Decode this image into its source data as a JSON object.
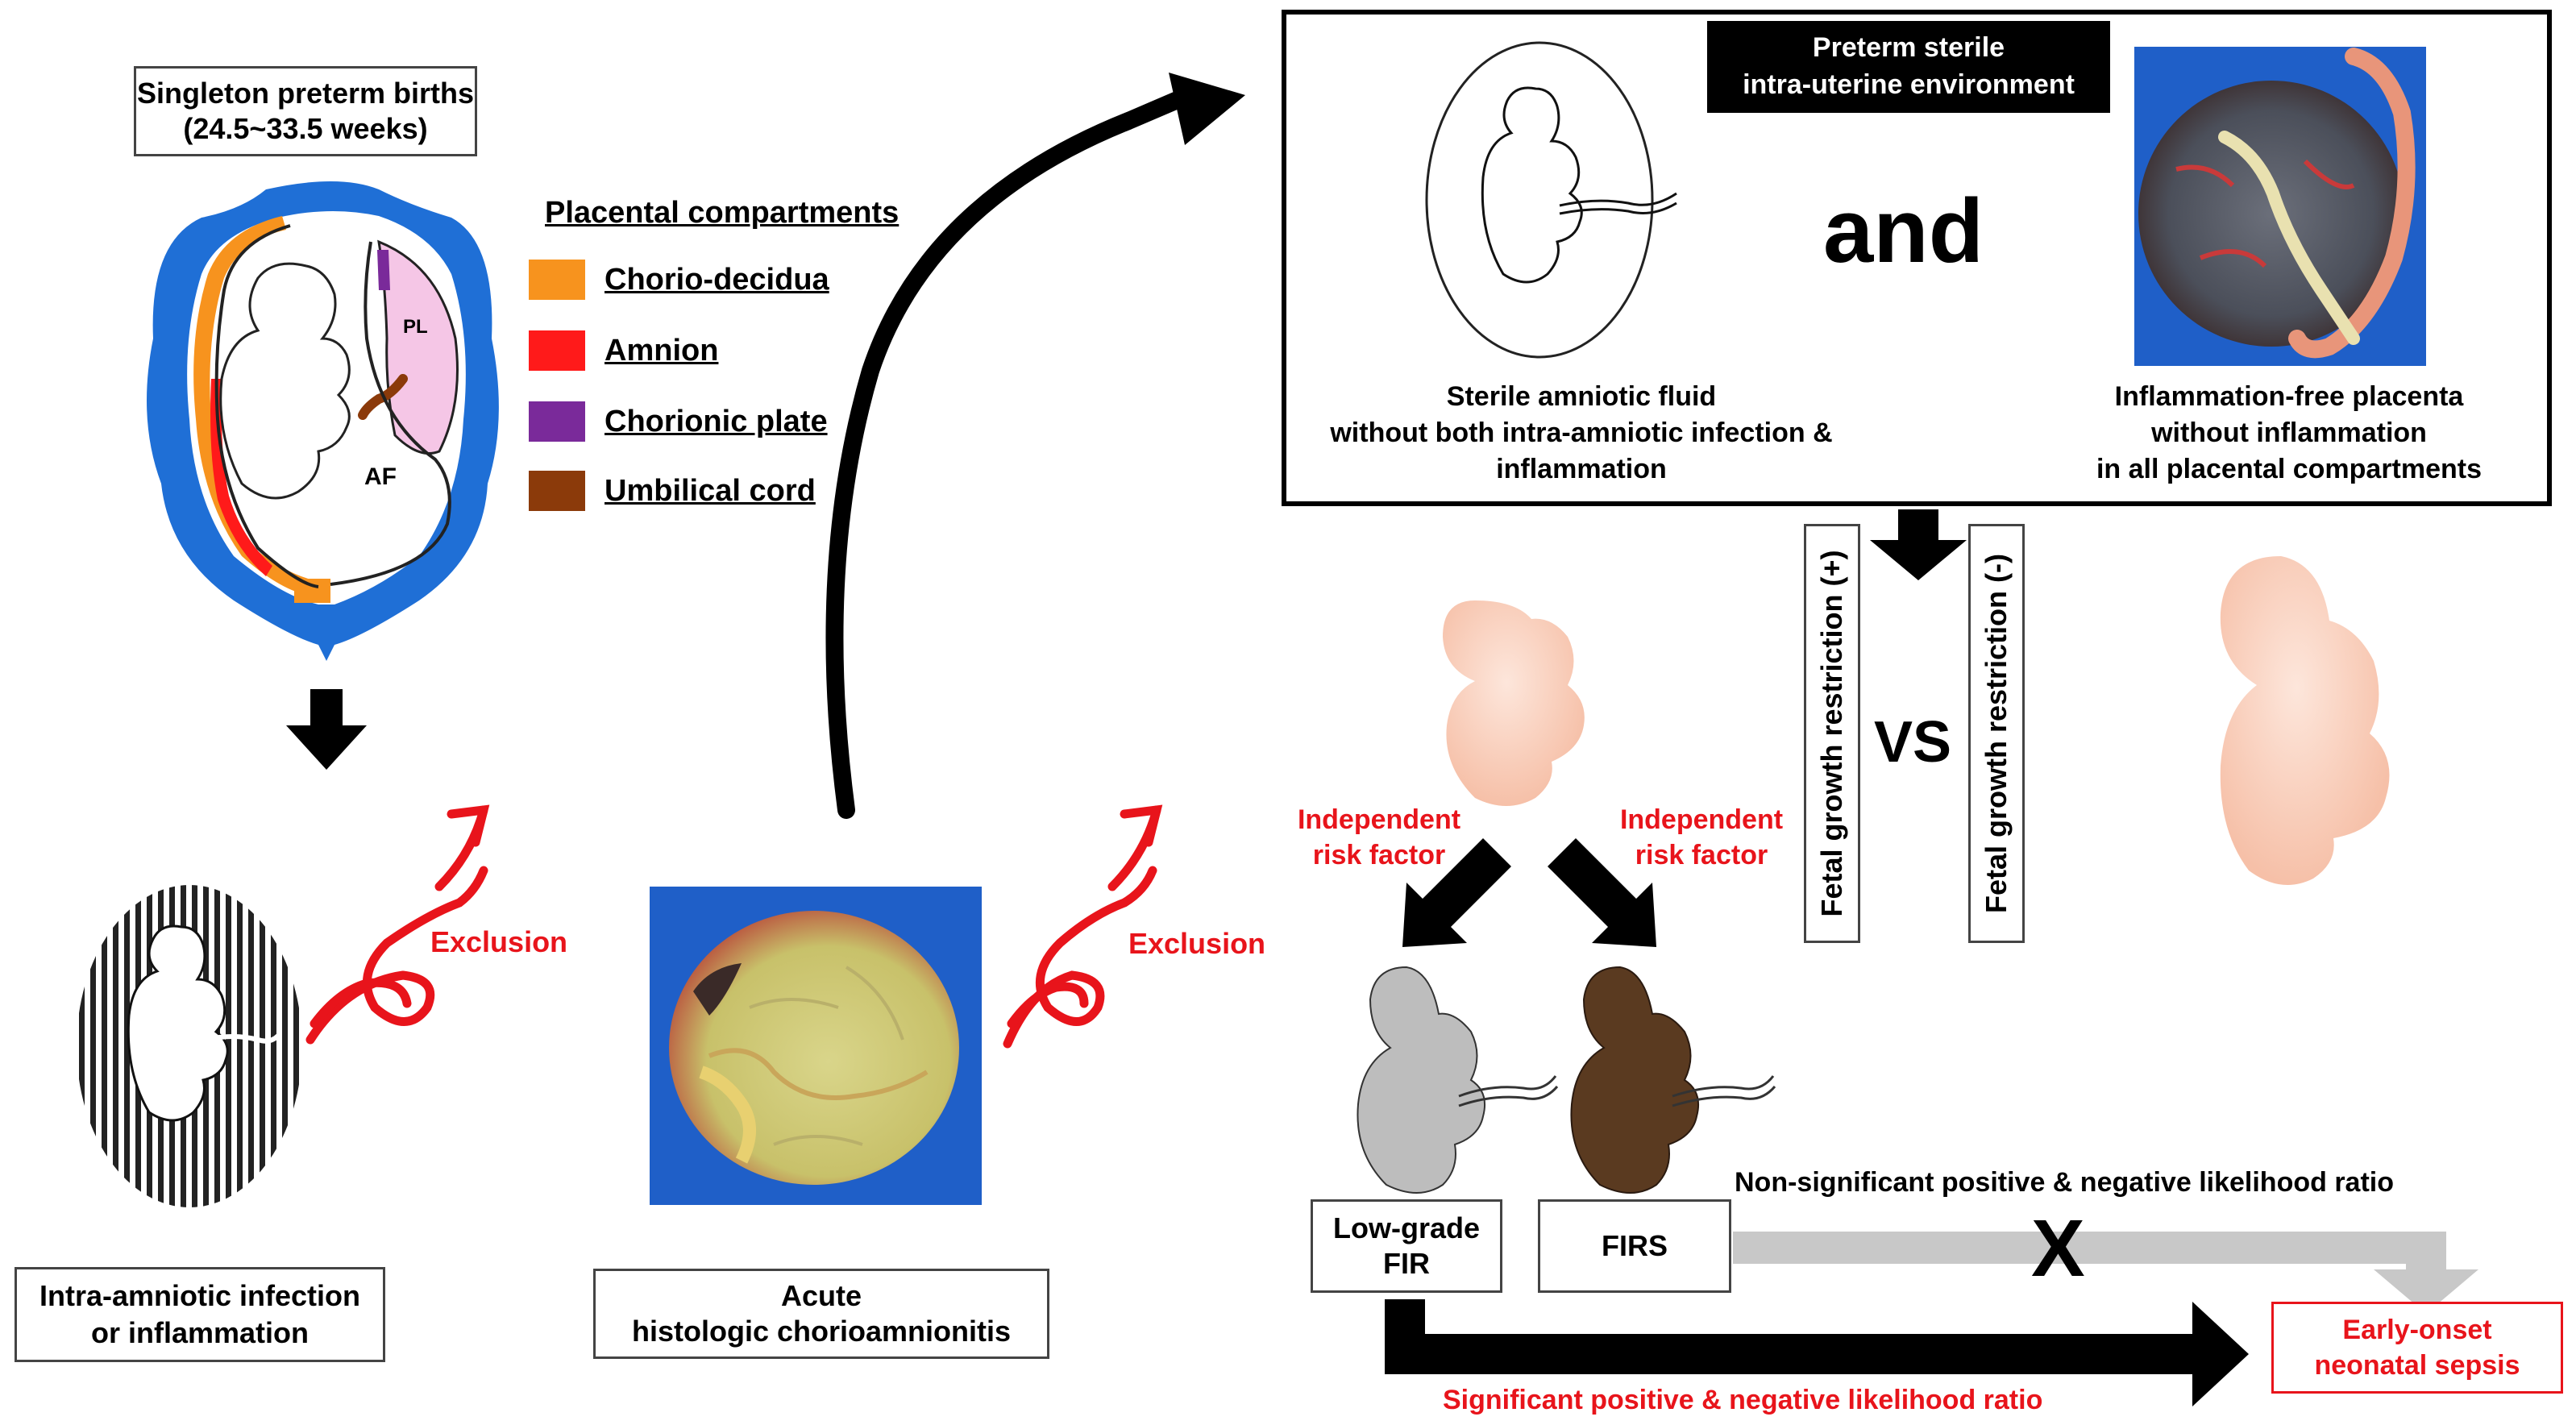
{
  "start_box": {
    "line1": "Singleton preterm births",
    "line2": "(24.5~33.5 weeks)"
  },
  "uterus_labels": {
    "pl": "PL",
    "af": "AF"
  },
  "legend": {
    "title": "Placental compartments",
    "items": [
      {
        "label": "Chorio-decidua",
        "color": "#f7931e"
      },
      {
        "label": "Amnion",
        "color": "#ff1a1a"
      },
      {
        "label": "Chorionic plate",
        "color": "#7a2a9a"
      },
      {
        "label": "Umbilical cord",
        "color": "#8b3a0a"
      }
    ]
  },
  "exclusion_left": {
    "label": "Exclusion",
    "box_line1": "Intra-amniotic infection",
    "box_line2": "or inflammation"
  },
  "exclusion_mid": {
    "label": "Exclusion",
    "box_line1": "Acute",
    "box_line2": "histologic chorioamnionitis"
  },
  "sterile_env": {
    "header_line1": "Preterm sterile",
    "header_line2": "intra-uterine environment",
    "and_text": "and",
    "left_caption_line1": "Sterile amniotic fluid",
    "left_caption_line2": "without both intra-amniotic infection &",
    "left_caption_line3": "inflammation",
    "right_caption_line1": "Inflammation-free placenta",
    "right_caption_line2": "without inflammation",
    "right_caption_line3": "in all placental compartments"
  },
  "fgr": {
    "positive": "Fetal growth restriction (+)",
    "negative": "Fetal growth restriction (-)",
    "vs": "VS"
  },
  "risk_left": {
    "line1": "Independent",
    "line2": "risk factor"
  },
  "risk_right": {
    "line1": "Independent",
    "line2": "risk factor"
  },
  "outcomes": {
    "low_grade_line1": "Low-grade",
    "low_grade_line2": "FIR",
    "firs": "FIRS",
    "non_significant": "Non-significant positive & negative likelihood ratio",
    "x_mark": "X",
    "sepsis_line1": "Early-onset",
    "sepsis_line2": "neonatal sepsis",
    "significant": "Significant positive & negative likelihood ratio"
  },
  "colors": {
    "uterus_blue": "#1f6fd6",
    "placenta_pink": "#f5c6e6",
    "accent_red": "#e8141b",
    "gray_arrow": "#c8c8c8",
    "fetal_skin": "#fbd3c0",
    "fir_gray": "#bdbdbd",
    "firs_brown": "#5a3a20"
  }
}
